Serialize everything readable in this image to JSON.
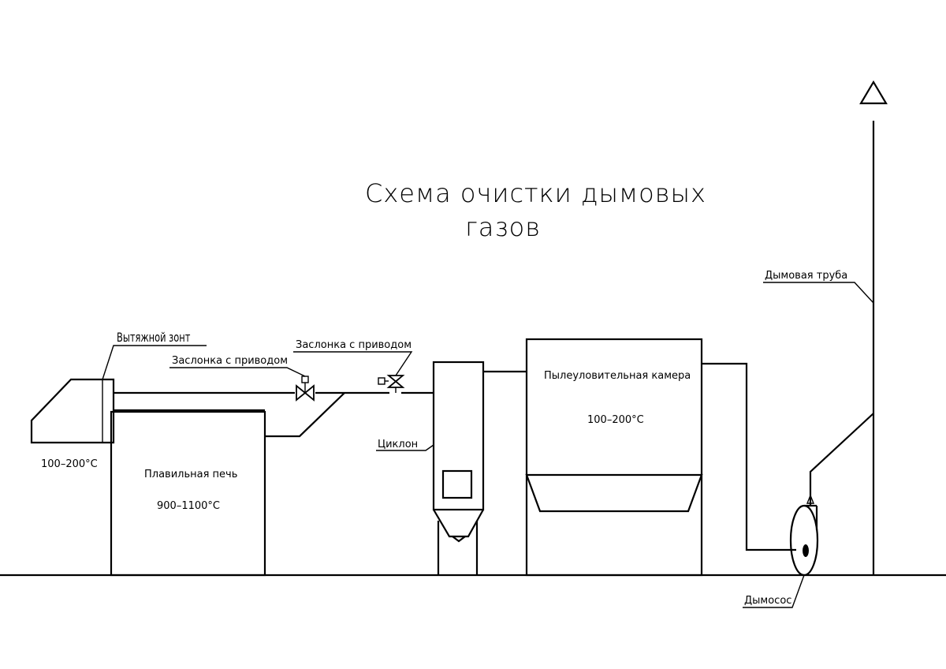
{
  "title": {
    "line1": "Схема очистки дымовых",
    "line2": "газов"
  },
  "labels": {
    "hood": "Вытяжной зонт",
    "damper_left": "Заслонка с приводом",
    "damper_right": "Заслонка с приводом",
    "hood_temperature": "100–200°C",
    "furnace": "Плавильная печь",
    "furnace_temperature": "900–1100°C",
    "cyclone": "Циклон",
    "dust_chamber": "Пылеуловительная камера",
    "dust_chamber_temperature": "100–200°C",
    "chimney": "Дымовая труба",
    "exhauster": "Дымосос"
  }
}
